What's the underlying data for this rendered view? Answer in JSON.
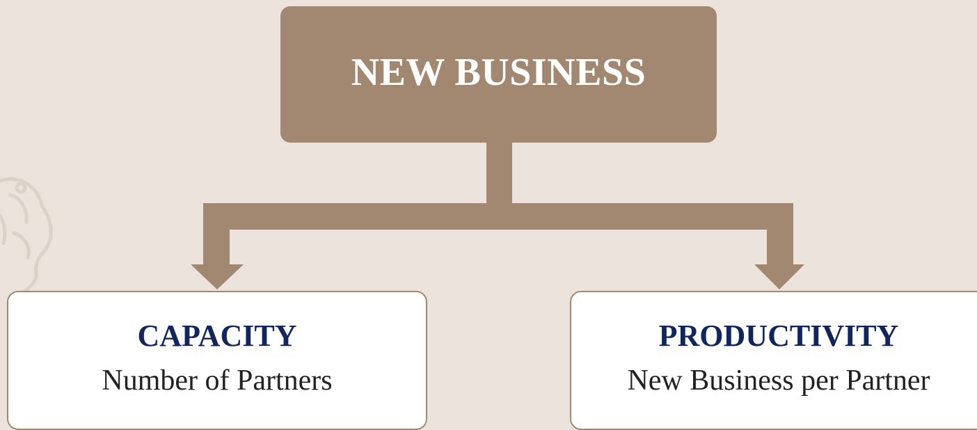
{
  "diagram": {
    "root": {
      "title": "NEW BUSINESS"
    },
    "children": [
      {
        "title": "CAPACITY",
        "subtitle": "Number of Partners"
      },
      {
        "title": "PRODUCTIVITY",
        "subtitle": "New Business per Partner"
      }
    ]
  },
  "colors": {
    "background": "#ebe3dc",
    "box_fill": "#a38871",
    "child_fill": "#ffffff",
    "child_title": "#12265e",
    "child_subtitle": "#222222"
  }
}
